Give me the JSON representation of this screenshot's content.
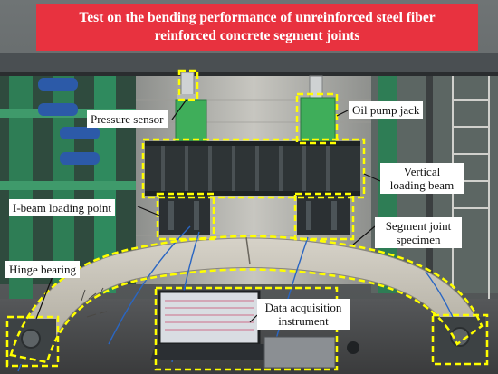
{
  "title": {
    "line1": "Test on the bending performance of unreinforced steel fiber",
    "line2": "reinforced concrete segment joints"
  },
  "labels": {
    "pressure_sensor": "Pressure sensor",
    "oil_pump_jack": "Oil pump jack",
    "vertical_loading_beam_l1": "Vertical",
    "vertical_loading_beam_l2": "loading beam",
    "i_beam_loading_point": "I-beam loading point",
    "segment_joint_specimen_l1": "Segment joint",
    "segment_joint_specimen_l2": "specimen",
    "hinge_bearing": "Hinge bearing",
    "data_acquisition_l1": "Data acquisition",
    "data_acquisition_l2": "instrument"
  },
  "colors": {
    "banner": "#e8323f",
    "annotation_dash": "#ffff00",
    "jack": "#3fae5a",
    "beam": "#2e3436",
    "segment": "#c9c4b8"
  }
}
